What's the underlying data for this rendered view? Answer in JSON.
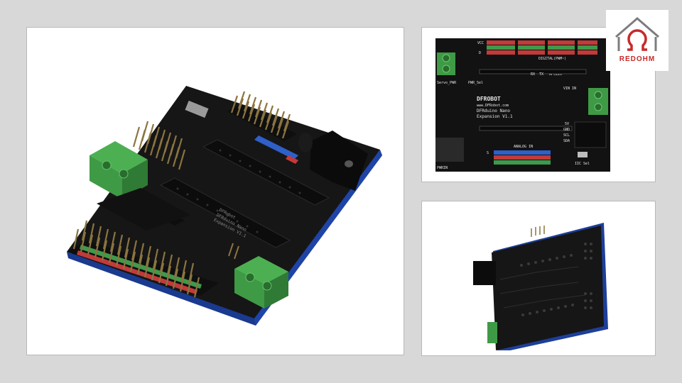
{
  "logo": {
    "text": "REDOHM",
    "accent": "#c62a2a"
  },
  "main_render": {
    "silk_brand": "DFRobot",
    "silk_model": "DFRduino Nano",
    "silk_version": "Expansion V1.1"
  },
  "top_photo": {
    "silk_brand": "DFROBOT",
    "silk_url": "www.DFRobot.com",
    "silk_model": "DFRduino Nano",
    "silk_version": "Expansion V1.1",
    "label_servo_pwr": "Servo_PWR",
    "label_pwr_sel": "PWR_Sel",
    "label_digital": "DIGITAL(PWM~)",
    "label_apc220": "APC220",
    "label_vin_in": "VIN IN",
    "label_analog_in": "ANALOG IN",
    "label_pwrin": "PWRIN",
    "label_iic_sel": "IIC Sel",
    "label_5v": "5V",
    "label_gnd": "GND",
    "label_scl": "SCL",
    "label_sda": "SDA",
    "label_vcc": "VCC",
    "label_d": "D",
    "label_s": "S",
    "label_rx": "RX",
    "label_tx": "TX"
  },
  "colors": {
    "pcb": "#151515",
    "pcb_edge": "#1d3f9a",
    "terminal_green": "#3f9a46",
    "header_red": "#c23a3a",
    "header_green": "#3e9a4a",
    "header_blue": "#2f5fc8"
  }
}
